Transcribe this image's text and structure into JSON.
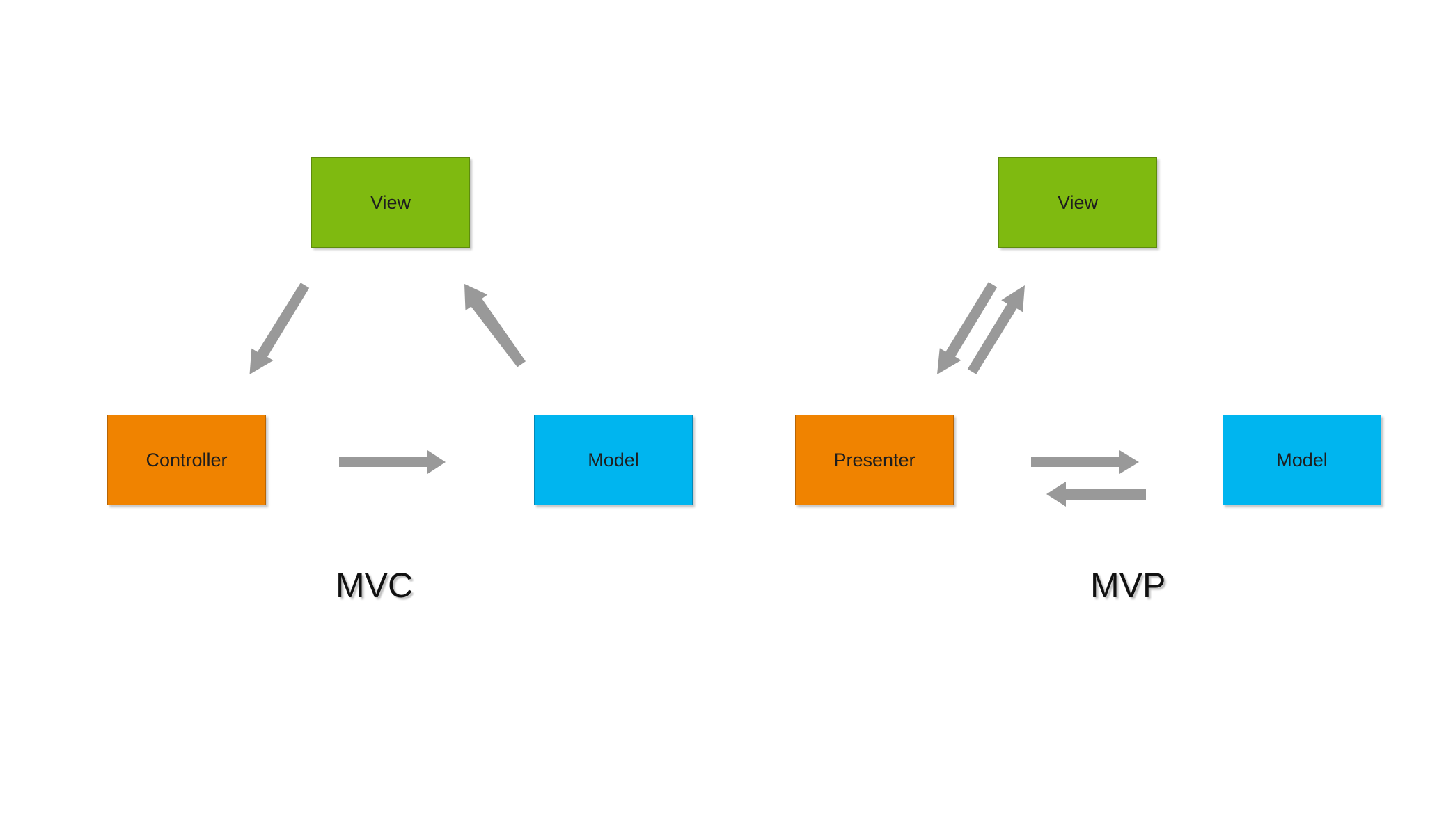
{
  "mvc": {
    "view": "View",
    "controller": "Controller",
    "model": "Model",
    "caption": "MVC"
  },
  "mvp": {
    "view": "View",
    "presenter": "Presenter",
    "model": "Model",
    "caption": "MVP"
  },
  "colors": {
    "view": "#7fba10",
    "controller": "#f08300",
    "model": "#00b5ef",
    "arrow": "#999999"
  }
}
